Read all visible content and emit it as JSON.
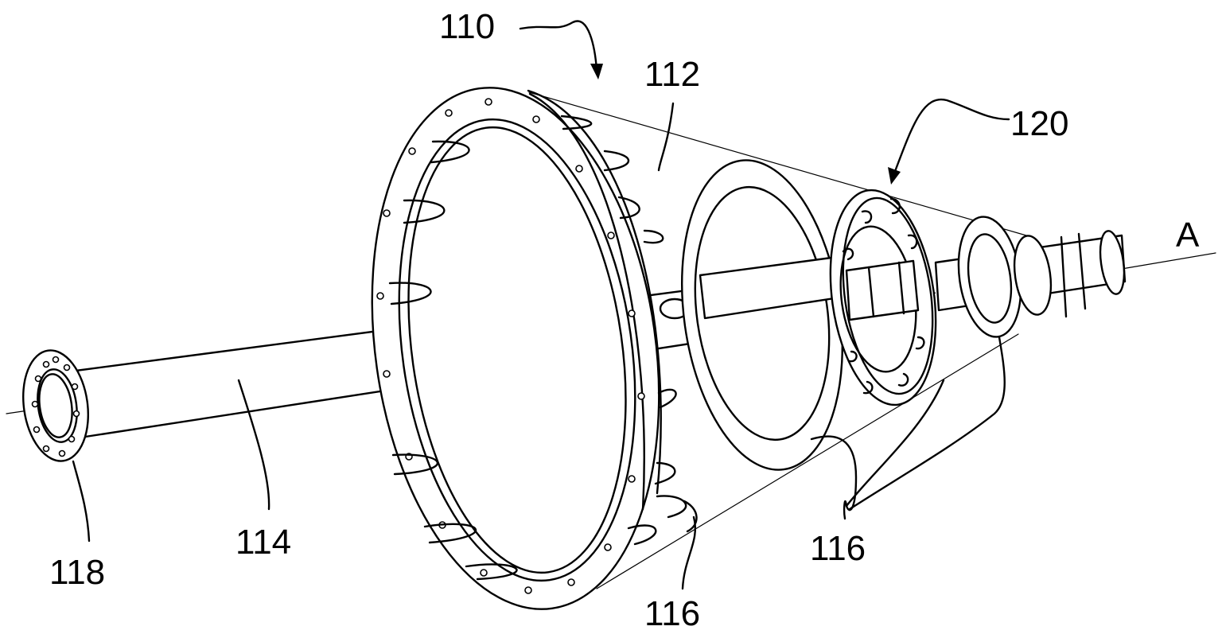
{
  "labels": {
    "assembly_110": "110",
    "cone_112": "112",
    "shaft_114": "114",
    "blade_116_left": "116",
    "blade_116_right": "116",
    "flange_118": "118",
    "hub_120": "120",
    "axis_a": "A"
  }
}
